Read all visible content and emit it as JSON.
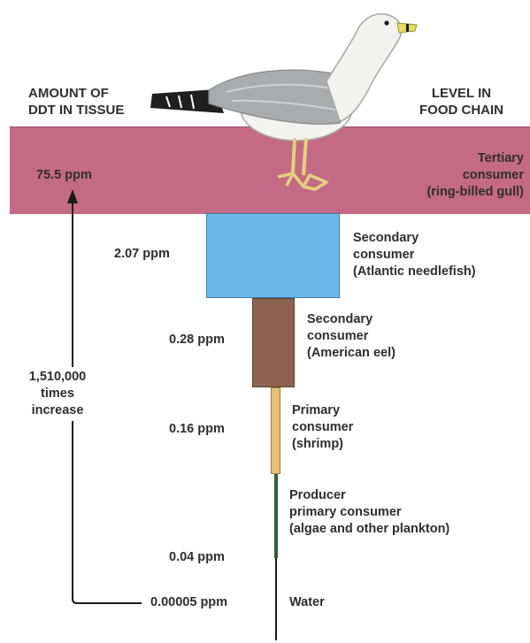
{
  "headers": {
    "left": [
      "AMOUNT OF",
      "DDT IN TISSUE"
    ],
    "right": [
      "LEVEL IN",
      "FOOD CHAIN"
    ]
  },
  "levels": [
    {
      "ppm": "75.5 ppm",
      "description": [
        "Tertiary",
        "consumer",
        "(ring-billed gull)"
      ],
      "color": "#c46a86"
    },
    {
      "ppm": "2.07 ppm",
      "description": [
        "Secondary",
        "consumer",
        "(Atlantic needlefish)"
      ],
      "color": "#6ab8e8"
    },
    {
      "ppm": "0.28 ppm",
      "description": [
        "Secondary",
        "consumer",
        "(American eel)"
      ],
      "color": "#8c6350"
    },
    {
      "ppm": "0.16 ppm",
      "description": [
        "Primary",
        "consumer",
        "(shrimp)"
      ],
      "color": "#e9c171"
    },
    {
      "ppm": "0.04 ppm",
      "description": [
        "Producer",
        "primary consumer",
        "(algae and other plankton)"
      ],
      "color": "#2f5e3c"
    },
    {
      "ppm": "0.00005 ppm",
      "description": [
        "Water"
      ],
      "color": "#1a1a1a"
    }
  ],
  "increase": [
    "1,510,000",
    "times",
    "increase"
  ],
  "icons": {
    "bird": "ring-billed-gull-illustration",
    "arrow": "arrow-up-icon"
  }
}
